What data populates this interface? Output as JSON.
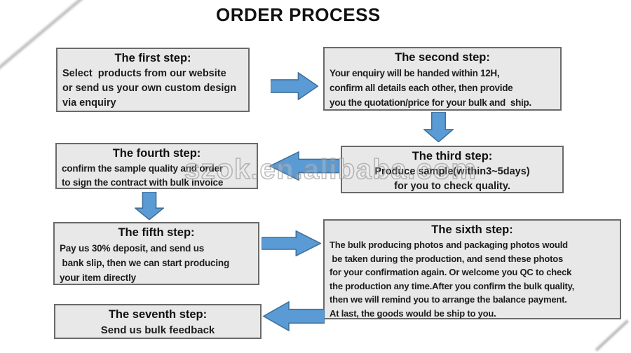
{
  "title": "ORDER PROCESS",
  "watermark": "szok.en.alibaba.com",
  "colors": {
    "box_fill": "#E9E8E8",
    "box_border": "#6A6A6A",
    "arrow_fill": "#5B9BD5",
    "arrow_border": "#41719C",
    "text_color": "#1D1D1D"
  },
  "steps": [
    {
      "title": "The first step:",
      "lines": [
        "Select  products from our website",
        "or send us your own custom design",
        "via enquiry"
      ]
    },
    {
      "title": "The second step:",
      "lines": [
        "Your enquiry will be handed within 12H,",
        "confirm all details each other, then provide",
        "you the quotation/price for your bulk and  ship."
      ]
    },
    {
      "title": "The third step:",
      "lines": [
        "Produce sample(within3~5days)",
        "for you to check quality."
      ]
    },
    {
      "title": "The fourth step:",
      "lines": [
        "confirm the sample quality and order",
        "to sign the contract with bulk invoice"
      ]
    },
    {
      "title": "The fifth step:",
      "lines": [
        "Pay us 30% deposit, and send us",
        " bank slip, then we can start producing",
        "your item directly"
      ]
    },
    {
      "title": "The sixth step:",
      "lines": [
        "The bulk producing photos and packaging photos would",
        " be taken during the production, and send these photos",
        "for your confirmation again. Or welcome you QC to check",
        "the production any time.After you confirm the bulk quality,",
        "then we will remind you to arrange the balance payment.",
        "At last, the goods would be ship to you."
      ]
    },
    {
      "title": "The seventh step:",
      "lines": [
        "Send us bulk feedback"
      ]
    }
  ],
  "arrows": [
    {
      "from": "step-1",
      "to": "step-2",
      "direction": "right"
    },
    {
      "from": "step-2",
      "to": "step-3",
      "direction": "down"
    },
    {
      "from": "step-3",
      "to": "step-4",
      "direction": "left"
    },
    {
      "from": "step-4",
      "to": "step-5",
      "direction": "down"
    },
    {
      "from": "step-5",
      "to": "step-6",
      "direction": "right"
    },
    {
      "from": "step-6",
      "to": "step-7",
      "direction": "left"
    }
  ]
}
